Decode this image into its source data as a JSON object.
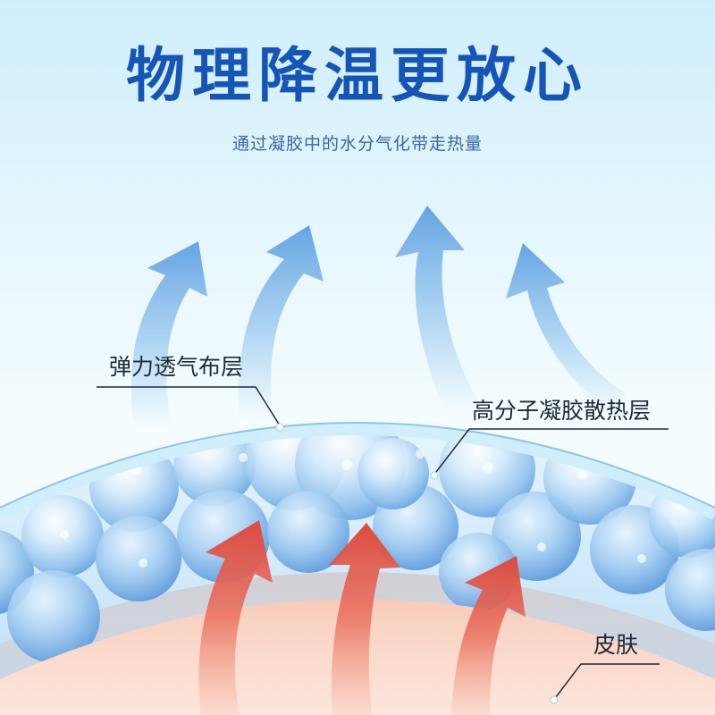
{
  "headline": {
    "title": "物理降温更放心",
    "subtitle": "通过凝胶中的水分气化带走热量"
  },
  "layers": {
    "fabric_label": "弹力透气布层",
    "gel_label": "高分子凝胶散热层",
    "skin_label": "皮肤"
  },
  "colors": {
    "title": "#1555b8",
    "subtitle": "#3a66a8",
    "cool_arrow": "#6aa8e6",
    "heat_arrow": "#e05a4e",
    "skin": "#f7c9b6",
    "gel_bead": "#7fb6ea",
    "background": "#e9f8fd"
  },
  "icons": {
    "cool_arrows": "upward-arrow",
    "heat_arrows": "upward-arrow"
  }
}
